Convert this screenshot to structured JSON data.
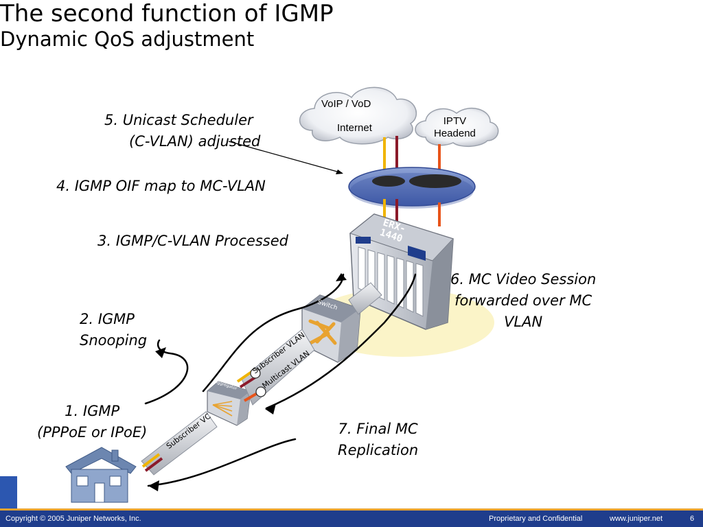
{
  "slide": {
    "title": "The second function of IGMP",
    "subtitle": "Dynamic QoS adjustment"
  },
  "steps": {
    "s1": [
      "1.  IGMP",
      "(PPPoE or IPoE)"
    ],
    "s2": [
      "2.  IGMP",
      "Snooping"
    ],
    "s3": [
      "3.  IGMP/C-VLAN Processed"
    ],
    "s4": [
      "4.  IGMP OIF map to MC-VLAN"
    ],
    "s5": [
      "5.  Unicast Scheduler",
      "(C-VLAN) adjusted"
    ],
    "s6": [
      "6.  MC Video Session",
      "forwarded over MC",
      "VLAN"
    ],
    "s7": [
      "7.  Final MC",
      "Replication"
    ]
  },
  "clouds": {
    "voip": "VoIP / VoD",
    "internet": "Internet",
    "iptv_line1": "IPTV",
    "iptv_line2": "Headend"
  },
  "devices": {
    "router_label_1": "ERX-",
    "router_label_2": "1440",
    "switch_label": "Switch",
    "aggregator_label": "Aggregator"
  },
  "cables": {
    "subscriber_vlan": "Subscriber VLAN",
    "multicast_vlan": "Multicast VLAN",
    "subscriber_vc": "Subscriber VC"
  },
  "footer": {
    "copyright": "Copyright © 2005 Juniper Networks, Inc.",
    "proprietary": "Proprietary and Confidential",
    "website": "www.juniper.net",
    "page_number": "6"
  },
  "colors": {
    "footer_bar": "#1f3d8c",
    "footer_stripe": "#e8a330",
    "ring": "#5a74b8",
    "halo": "#fbf4c8",
    "cable_yellow": "#f0b400",
    "cable_red": "#8b1a2a",
    "cable_orange": "#e8541a"
  }
}
